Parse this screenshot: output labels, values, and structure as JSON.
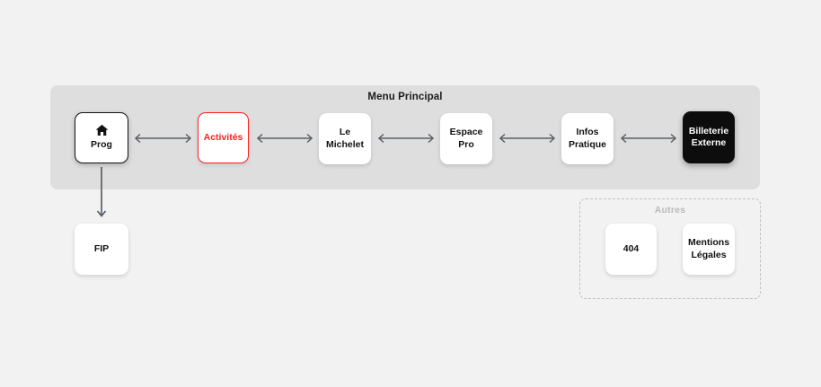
{
  "diagram": {
    "background_color": "#f2f2f2",
    "accent_color": "#fc1f1f",
    "panel_color": "#dedede",
    "dark_node_color": "#0d0d0d"
  },
  "menu_panel": {
    "title": "Menu Principal",
    "nodes": [
      {
        "id": "prog",
        "label": "Prog",
        "icon": "home-icon",
        "style": "home"
      },
      {
        "id": "activites",
        "label": "Activités",
        "icon": "",
        "style": "accent"
      },
      {
        "id": "michelet",
        "label": "Le\nMichelet",
        "icon": "",
        "style": "plain"
      },
      {
        "id": "espace",
        "label": "Espace\nPro",
        "icon": "",
        "style": "plain"
      },
      {
        "id": "infos",
        "label": "Infos\nPratique",
        "icon": "",
        "style": "plain"
      },
      {
        "id": "billeterie",
        "label": "Billeterie\nExterne",
        "icon": "",
        "style": "dark"
      }
    ]
  },
  "secondary": {
    "fip": {
      "label": "FIP"
    }
  },
  "group_autres": {
    "title": "Autres",
    "nodes": [
      {
        "id": "404",
        "label": "404"
      },
      {
        "id": "mentions",
        "label": "Mentions\nLégales"
      }
    ]
  },
  "connectors": {
    "type": "bidirectional-arrow",
    "color": "#5a5f66",
    "edges": [
      {
        "from": "prog",
        "to": "activites"
      },
      {
        "from": "activites",
        "to": "michelet"
      },
      {
        "from": "michelet",
        "to": "espace"
      },
      {
        "from": "espace",
        "to": "infos"
      },
      {
        "from": "infos",
        "to": "billeterie"
      },
      {
        "from": "prog",
        "to": "fip",
        "type": "arrow-down"
      }
    ]
  }
}
